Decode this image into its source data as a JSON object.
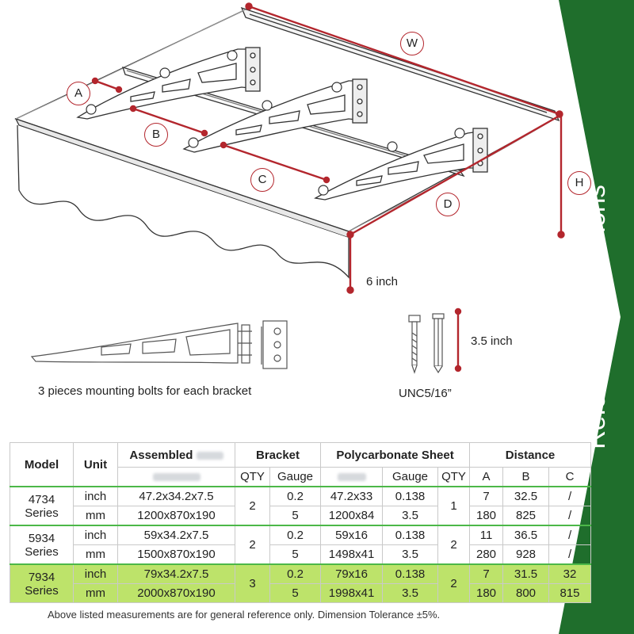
{
  "labels": {
    "W": "W",
    "A": "A",
    "B": "B",
    "C": "C",
    "D": "D",
    "H": "H",
    "six_inch": "6 inch",
    "three_half_inch": "3.5 inch",
    "bolt_caption": "3 pieces mounting bolts for each bracket",
    "bolt_spec": "UNC5/16”"
  },
  "banner": {
    "text": "Reference Dimensions",
    "color": "#1f6e2c"
  },
  "colors": {
    "dimension_line": "#b3262d",
    "highlight_row": "#bde36a",
    "separator": "#4cb848"
  },
  "table": {
    "headers": {
      "model": "Model",
      "unit": "Unit",
      "assembled": "Assembled",
      "bracket": "Bracket",
      "poly": "Polycarbonate Sheet",
      "distance": "Distance"
    },
    "subheaders": {
      "qty": "QTY",
      "gauge": "Gauge",
      "poly_gauge": "Gauge",
      "poly_qty": "QTY",
      "a": "A",
      "b": "B",
      "c": "C"
    },
    "rows": [
      {
        "model_line1": "4734",
        "model_line2": "Series",
        "bracket_qty": "2",
        "poly_qty": "1",
        "inch": {
          "unit": "inch",
          "assembled": "47.2x34.2x7.5",
          "gauge": "0.2",
          "sheet": "47.2x33",
          "sheet_gauge": "0.138",
          "a": "7",
          "b": "32.5",
          "c": "/"
        },
        "mm": {
          "unit": "mm",
          "assembled": "1200x870x190",
          "gauge": "5",
          "sheet": "1200x84",
          "sheet_gauge": "3.5",
          "a": "180",
          "b": "825",
          "c": "/"
        }
      },
      {
        "model_line1": "5934",
        "model_line2": "Series",
        "bracket_qty": "2",
        "poly_qty": "2",
        "inch": {
          "unit": "inch",
          "assembled": "59x34.2x7.5",
          "gauge": "0.2",
          "sheet": "59x16",
          "sheet_gauge": "0.138",
          "a": "11",
          "b": "36.5",
          "c": "/"
        },
        "mm": {
          "unit": "mm",
          "assembled": "1500x870x190",
          "gauge": "5",
          "sheet": "1498x41",
          "sheet_gauge": "3.5",
          "a": "280",
          "b": "928",
          "c": "/"
        }
      },
      {
        "model_line1": "7934",
        "model_line2": "Series",
        "bracket_qty": "3",
        "poly_qty": "2",
        "inch": {
          "unit": "inch",
          "assembled": "79x34.2x7.5",
          "gauge": "0.2",
          "sheet": "79x16",
          "sheet_gauge": "0.138",
          "a": "7",
          "b": "31.5",
          "c": "32"
        },
        "mm": {
          "unit": "mm",
          "assembled": "2000x870x190",
          "gauge": "5",
          "sheet": "1998x41",
          "sheet_gauge": "3.5",
          "a": "180",
          "b": "800",
          "c": "815"
        }
      }
    ],
    "footnote": "Above listed measurements are for general reference only. Dimension Tolerance ±5%."
  }
}
